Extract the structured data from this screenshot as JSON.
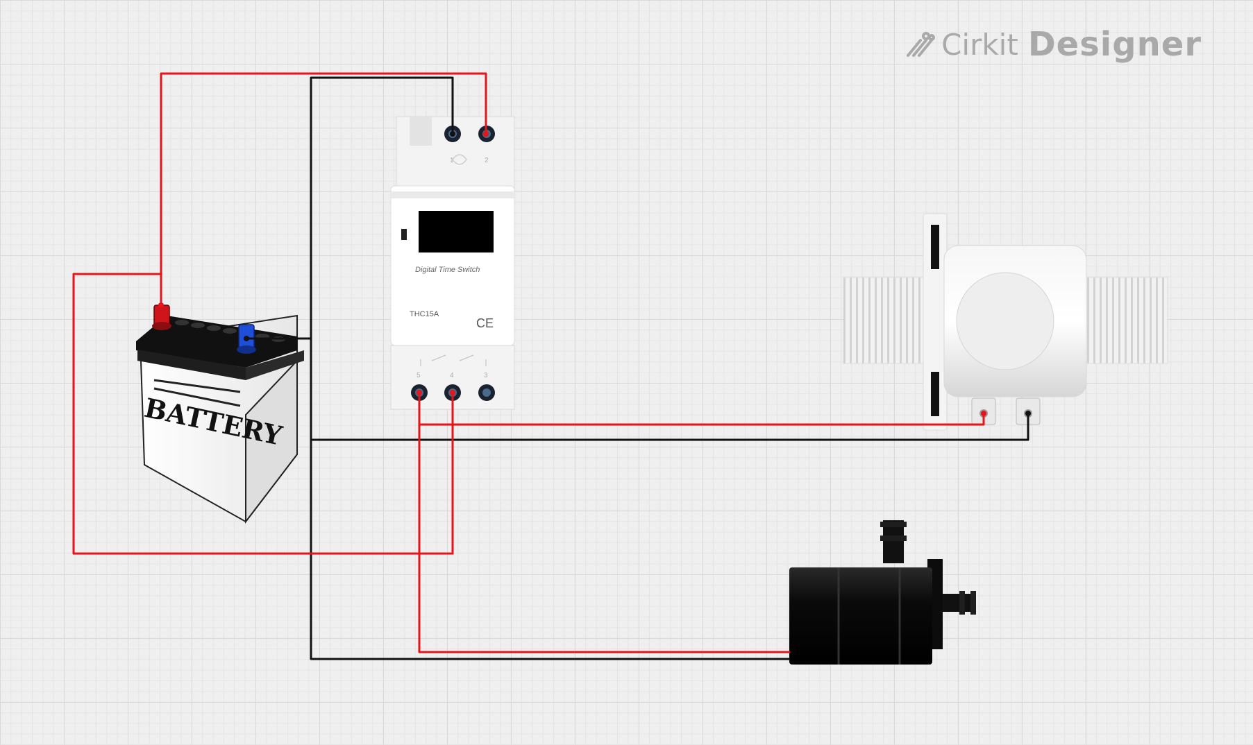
{
  "branding": {
    "brand": "Cirkit",
    "product": "Designer"
  },
  "components": {
    "battery": {
      "label": "BATTERY"
    },
    "timer": {
      "title": "Digital Time Switch",
      "model": "THC15A",
      "mark": "CE",
      "top_terminals": [
        "1",
        "2"
      ],
      "bottom_terminals": [
        "5",
        "4",
        "3"
      ]
    },
    "solenoid_valve": {},
    "water_pump": {}
  },
  "colors": {
    "positive_wire": "#e8141c",
    "negative_wire": "#111111",
    "battery_positive": "#d0141c",
    "battery_negative": "#1f4fd8"
  }
}
